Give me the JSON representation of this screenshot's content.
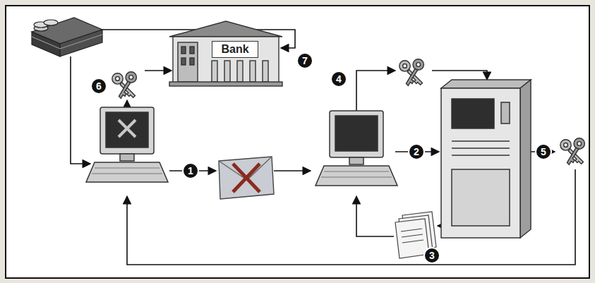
{
  "diagram": {
    "nodes": [
      {
        "text": [
          "Bank"
        ]
      }
    ],
    "labels": [
      "1",
      "2",
      "3",
      "4",
      "5",
      "6",
      "7"
    ]
  }
}
